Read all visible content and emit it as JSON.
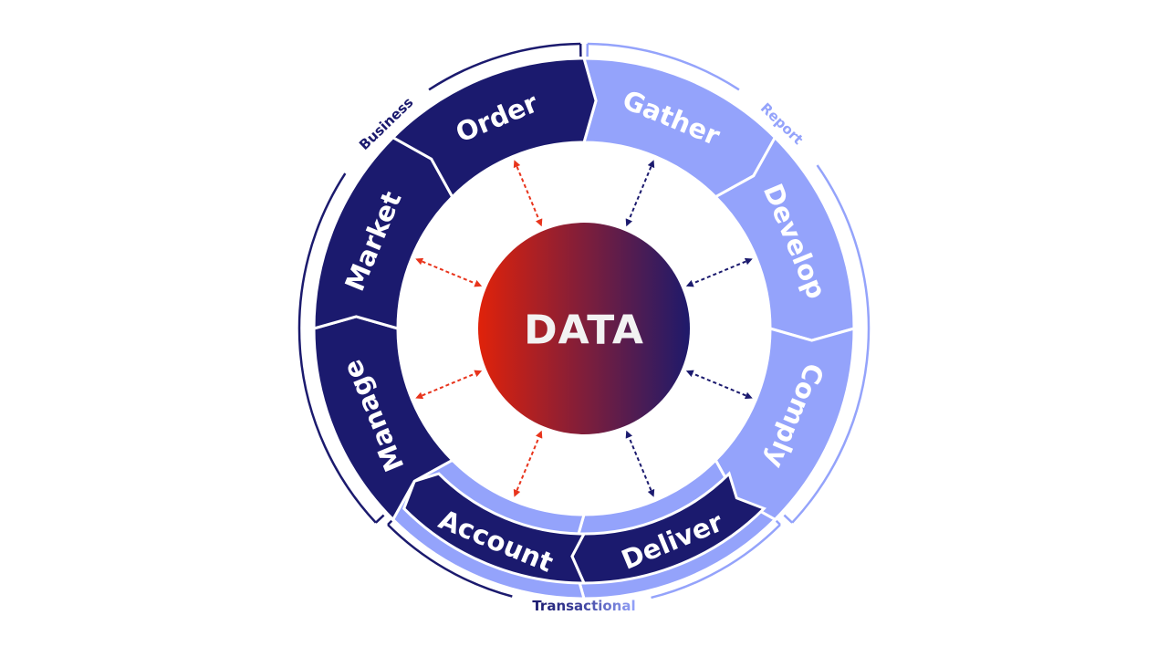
{
  "colors": {
    "dark": "#1b1a6e",
    "light": "#94a3fb",
    "red": "#e8341c",
    "gradient_start": "#e0220a",
    "gradient_end": "#1e1a6b"
  },
  "center": {
    "label": "DATA"
  },
  "segments": [
    {
      "label": "Gather",
      "tone": "light",
      "arrow": "dark"
    },
    {
      "label": "Develop",
      "tone": "light",
      "arrow": "dark"
    },
    {
      "label": "Comply",
      "tone": "light",
      "arrow": "dark"
    },
    {
      "label": "Deliver",
      "tone": "banded",
      "arrow": "dark"
    },
    {
      "label": "Account",
      "tone": "banded",
      "arrow": "red"
    },
    {
      "label": "Manage",
      "tone": "dark",
      "arrow": "red"
    },
    {
      "label": "Market",
      "tone": "dark",
      "arrow": "red"
    },
    {
      "label": "Order",
      "tone": "dark",
      "arrow": "red"
    }
  ],
  "groups": {
    "business": "Business",
    "report": "Report",
    "transactional": "Transactional"
  }
}
